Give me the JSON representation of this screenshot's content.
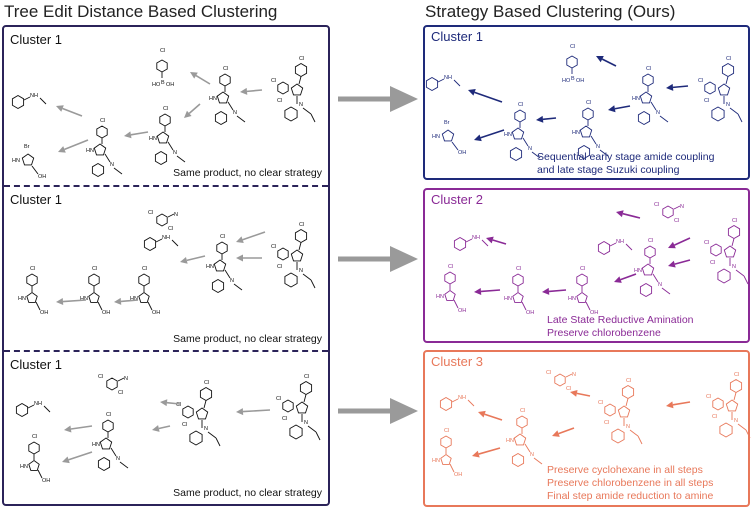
{
  "titles": {
    "left": "Tree Edit Distance Based Clustering",
    "right": "Strategy Based Clustering (Ours)"
  },
  "left_clusters": [
    {
      "label": "Cluster 1",
      "note": "Same product, no clear strategy"
    },
    {
      "label": "Cluster 1",
      "note": "Same product, no clear strategy"
    },
    {
      "label": "Cluster 1",
      "note": "Same product, no clear strategy"
    }
  ],
  "right_clusters": [
    {
      "label": "Cluster 1",
      "lines": [
        "Sequential early stage amide coupling",
        "and late stage Suzuki coupling"
      ],
      "color": "#1e2a7a"
    },
    {
      "label": "Cluster 2",
      "lines": [
        "Late State Reductive Amination",
        "Preserve chlorobenzene"
      ],
      "color": "#8a2a96"
    },
    {
      "label": "Cluster 3",
      "lines": [
        "Preserve cyclohexane in all steps",
        "Preserve chlorobenzene in all steps",
        "Final step amide reduction to amine"
      ],
      "color": "#e8785a"
    }
  ],
  "colors": {
    "left_border": "#2b2359",
    "gray_arrow": "#9a9a9a",
    "molecule_black": "#111111"
  },
  "atom_labels": {
    "cl": "Cl",
    "br": "Br",
    "o": "O",
    "oh": "OH",
    "ho": "HO",
    "hn": "HN",
    "nh": "NH",
    "n": "N",
    "b": "B"
  }
}
